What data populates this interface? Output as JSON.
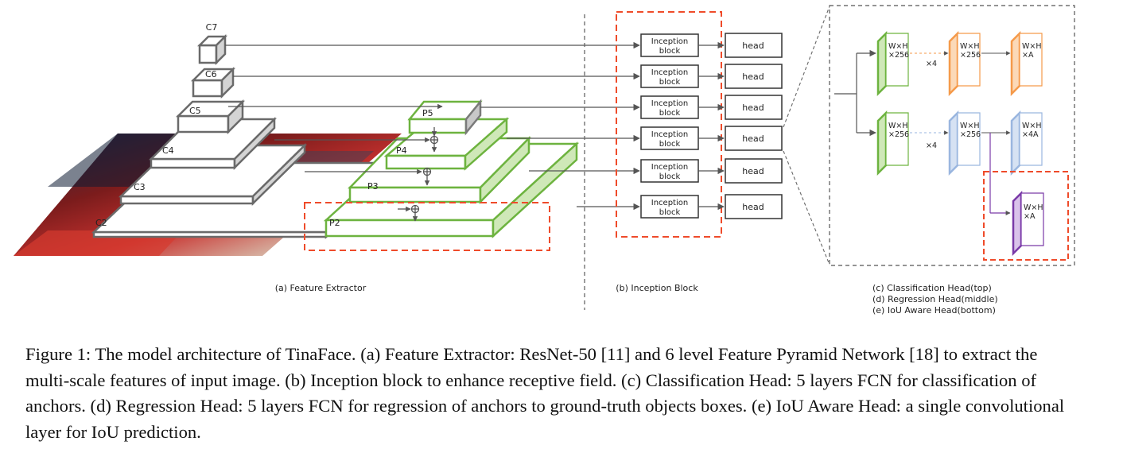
{
  "backbone": [
    "C7",
    "C6",
    "C5",
    "C4",
    "C3",
    "C2"
  ],
  "fpn": [
    "P5",
    "P4",
    "P3",
    "P2"
  ],
  "inception_label": "Inception block",
  "inception_line1": "Inception",
  "inception_line2": "block",
  "head_label": "head",
  "panels": {
    "a": "(a) Feature Extractor",
    "b": "(b) Inception Block",
    "c": "(c) Classification Head(top)",
    "d": "(d) Regression Head(middle)",
    "e": "(e) IoU Aware Head(bottom)"
  },
  "feature_maps": {
    "wh": "W×H",
    "c256": "×256",
    "cls_out": "×A",
    "reg_out": "×4A",
    "iou_out": "×A",
    "repeat": "×4"
  },
  "colors": {
    "green": "#6db33f",
    "orange": "#f59a4a",
    "blue": "#9ab6df",
    "purple": "#7a3aa8",
    "red_dash": "#ef4b2a",
    "gray": "#6a6a6a"
  },
  "caption": "Figure 1: The model architecture of TinaFace. (a) Feature Extractor: ResNet-50 [11] and 6 level Feature Pyramid Network [18] to extract the multi-scale features of input image. (b) Inception block to enhance receptive field. (c) Classification Head: 5 layers FCN for classification of anchors. (d) Regression Head: 5 layers FCN for regression of anchors to ground-truth objects boxes. (e) IoU Aware Head: a single convolutional layer for IoU prediction."
}
